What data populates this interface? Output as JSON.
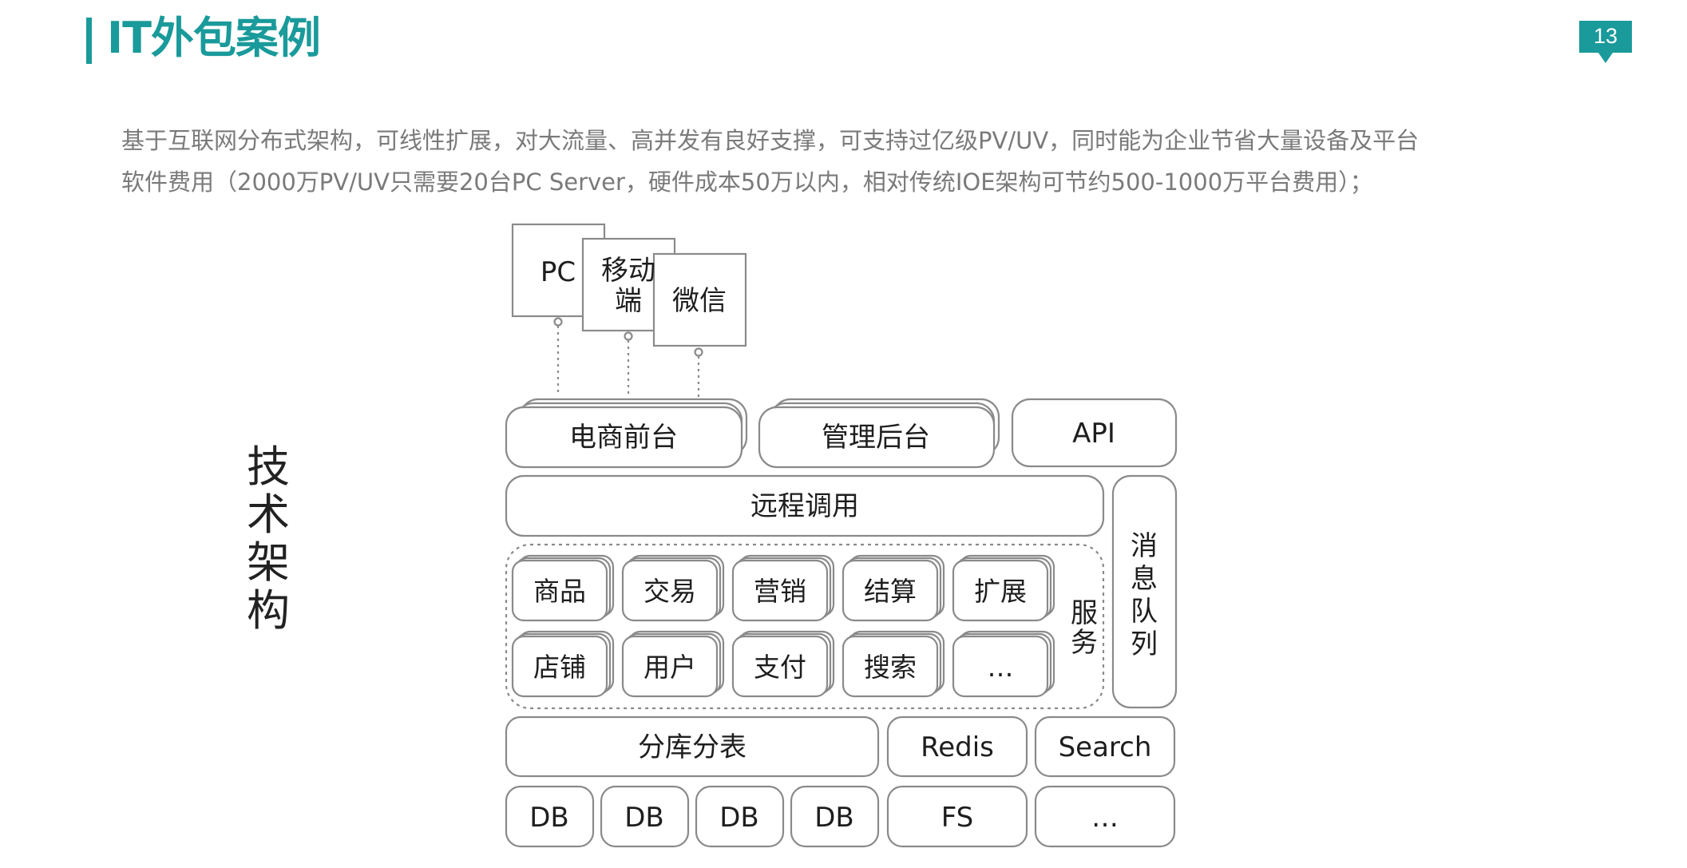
{
  "header": {
    "title": "IT外包案例",
    "page_number": "13",
    "accent_color": "#1a9a9a"
  },
  "description": {
    "line1": "基于互联网分布式架构，可线性扩展，对大流量、高并发有良好支撑，可支持过亿级PV/UV，同时能为企业节省大量设备及平台",
    "line2": "软件费用（2000万PV/UV只需要20台PC Server，硬件成本50万以内，相对传统IOE架构可节约500-1000万平台费用）；"
  },
  "side_label": [
    "技",
    "术",
    "架",
    "构"
  ],
  "diagram": {
    "clients": {
      "pc": "PC",
      "mobile_line1": "移动",
      "mobile_line2": "端",
      "wechat": "微信"
    },
    "frontends": {
      "ecommerce": "电商前台",
      "admin": "管理后台",
      "api": "API"
    },
    "rpc": "远程调用",
    "message_queue": [
      "消",
      "息",
      "队",
      "列"
    ],
    "services_label": [
      "服",
      "务"
    ],
    "services_row1": [
      "商品",
      "交易",
      "营销",
      "结算",
      "扩展"
    ],
    "services_row2": [
      "店铺",
      "用户",
      "支付",
      "搜索",
      "…"
    ],
    "storage_layer": {
      "sharding": "分库分表",
      "redis": "Redis",
      "search": "Search"
    },
    "bottom_row": [
      "DB",
      "DB",
      "DB",
      "DB",
      "FS",
      "…"
    ]
  }
}
